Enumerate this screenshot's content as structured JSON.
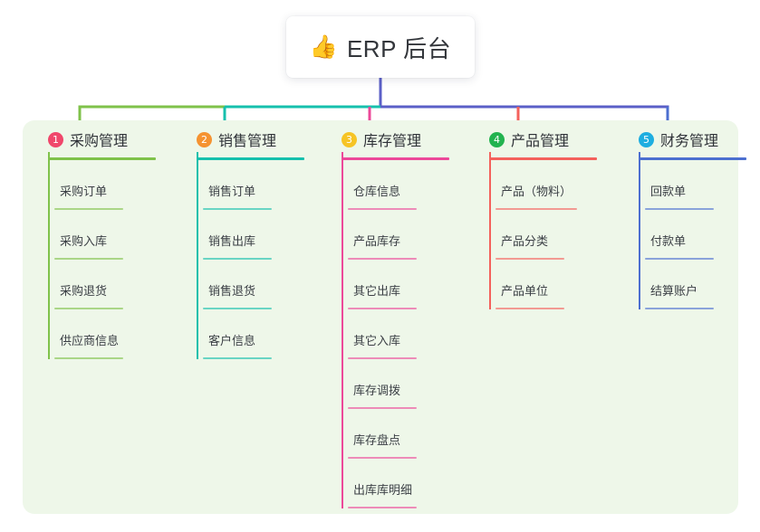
{
  "title": {
    "emoji": "👍",
    "emoji_name": "thumbs-up-icon",
    "text": "ERP 后台"
  },
  "colors": {
    "panel_bg": "#eef7e9",
    "page_bg": "#ffffff",
    "title_text": "#33363b",
    "trunk": "#5b5fc7",
    "branch_green": "#7fc24a",
    "branch_teal": "#16c0ad",
    "branch_pink": "#ec4899",
    "branch_red": "#f4615c",
    "branch_blue": "#4c6fd0",
    "badge_1": "#f0476b",
    "badge_2": "#f59331",
    "badge_3": "#f6c425",
    "badge_4": "#22b34f",
    "badge_5": "#1eaee0"
  },
  "columns": [
    {
      "index": "1",
      "badge_color": "#f0476b",
      "rule_color": "#7fc24a",
      "branch_color": "#7fc24a",
      "label": "采购管理",
      "items": [
        {
          "label": "采购订单"
        },
        {
          "label": "采购入库"
        },
        {
          "label": "采购退货"
        },
        {
          "label": "供应商信息"
        }
      ]
    },
    {
      "index": "2",
      "badge_color": "#f59331",
      "rule_color": "#16c0ad",
      "branch_color": "#16c0ad",
      "label": "销售管理",
      "items": [
        {
          "label": "销售订单"
        },
        {
          "label": "销售出库"
        },
        {
          "label": "销售退货"
        },
        {
          "label": "客户信息"
        }
      ]
    },
    {
      "index": "3",
      "badge_color": "#f6c425",
      "rule_color": "#ec4899",
      "branch_color": "#ec4899",
      "label": "库存管理",
      "items": [
        {
          "label": "仓库信息"
        },
        {
          "label": "产品库存"
        },
        {
          "label": "其它出库"
        },
        {
          "label": "其它入库"
        },
        {
          "label": "库存调拨"
        },
        {
          "label": "库存盘点"
        },
        {
          "label": "出库库明细"
        }
      ]
    },
    {
      "index": "4",
      "badge_color": "#22b34f",
      "rule_color": "#f4615c",
      "branch_color": "#f4615c",
      "label": "产品管理",
      "items": [
        {
          "label": "产品（物料）"
        },
        {
          "label": "产品分类"
        },
        {
          "label": "产品单位"
        }
      ]
    },
    {
      "index": "5",
      "badge_color": "#1eaee0",
      "rule_color": "#4c6fd0",
      "branch_color": "#4c6fd0",
      "label": "财务管理",
      "items": [
        {
          "label": "回款单"
        },
        {
          "label": "付款单"
        },
        {
          "label": "结算账户"
        }
      ]
    }
  ]
}
